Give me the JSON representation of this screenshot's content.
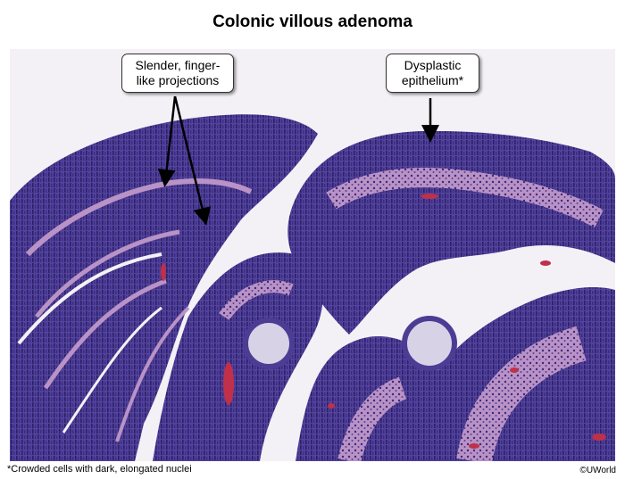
{
  "title": "Colonic villous adenoma",
  "callouts": {
    "left": "Slender, finger-\nlike projections",
    "right": "Dysplastic\nepithelium*"
  },
  "footnote": "*Crowded cells with dark, elongated nuclei",
  "copyright": "©UWorld",
  "colors": {
    "background": "#f4f1f6",
    "epithelium": "#4b3d94",
    "stroma": "#b78fc4",
    "blood": "#c0304a"
  }
}
